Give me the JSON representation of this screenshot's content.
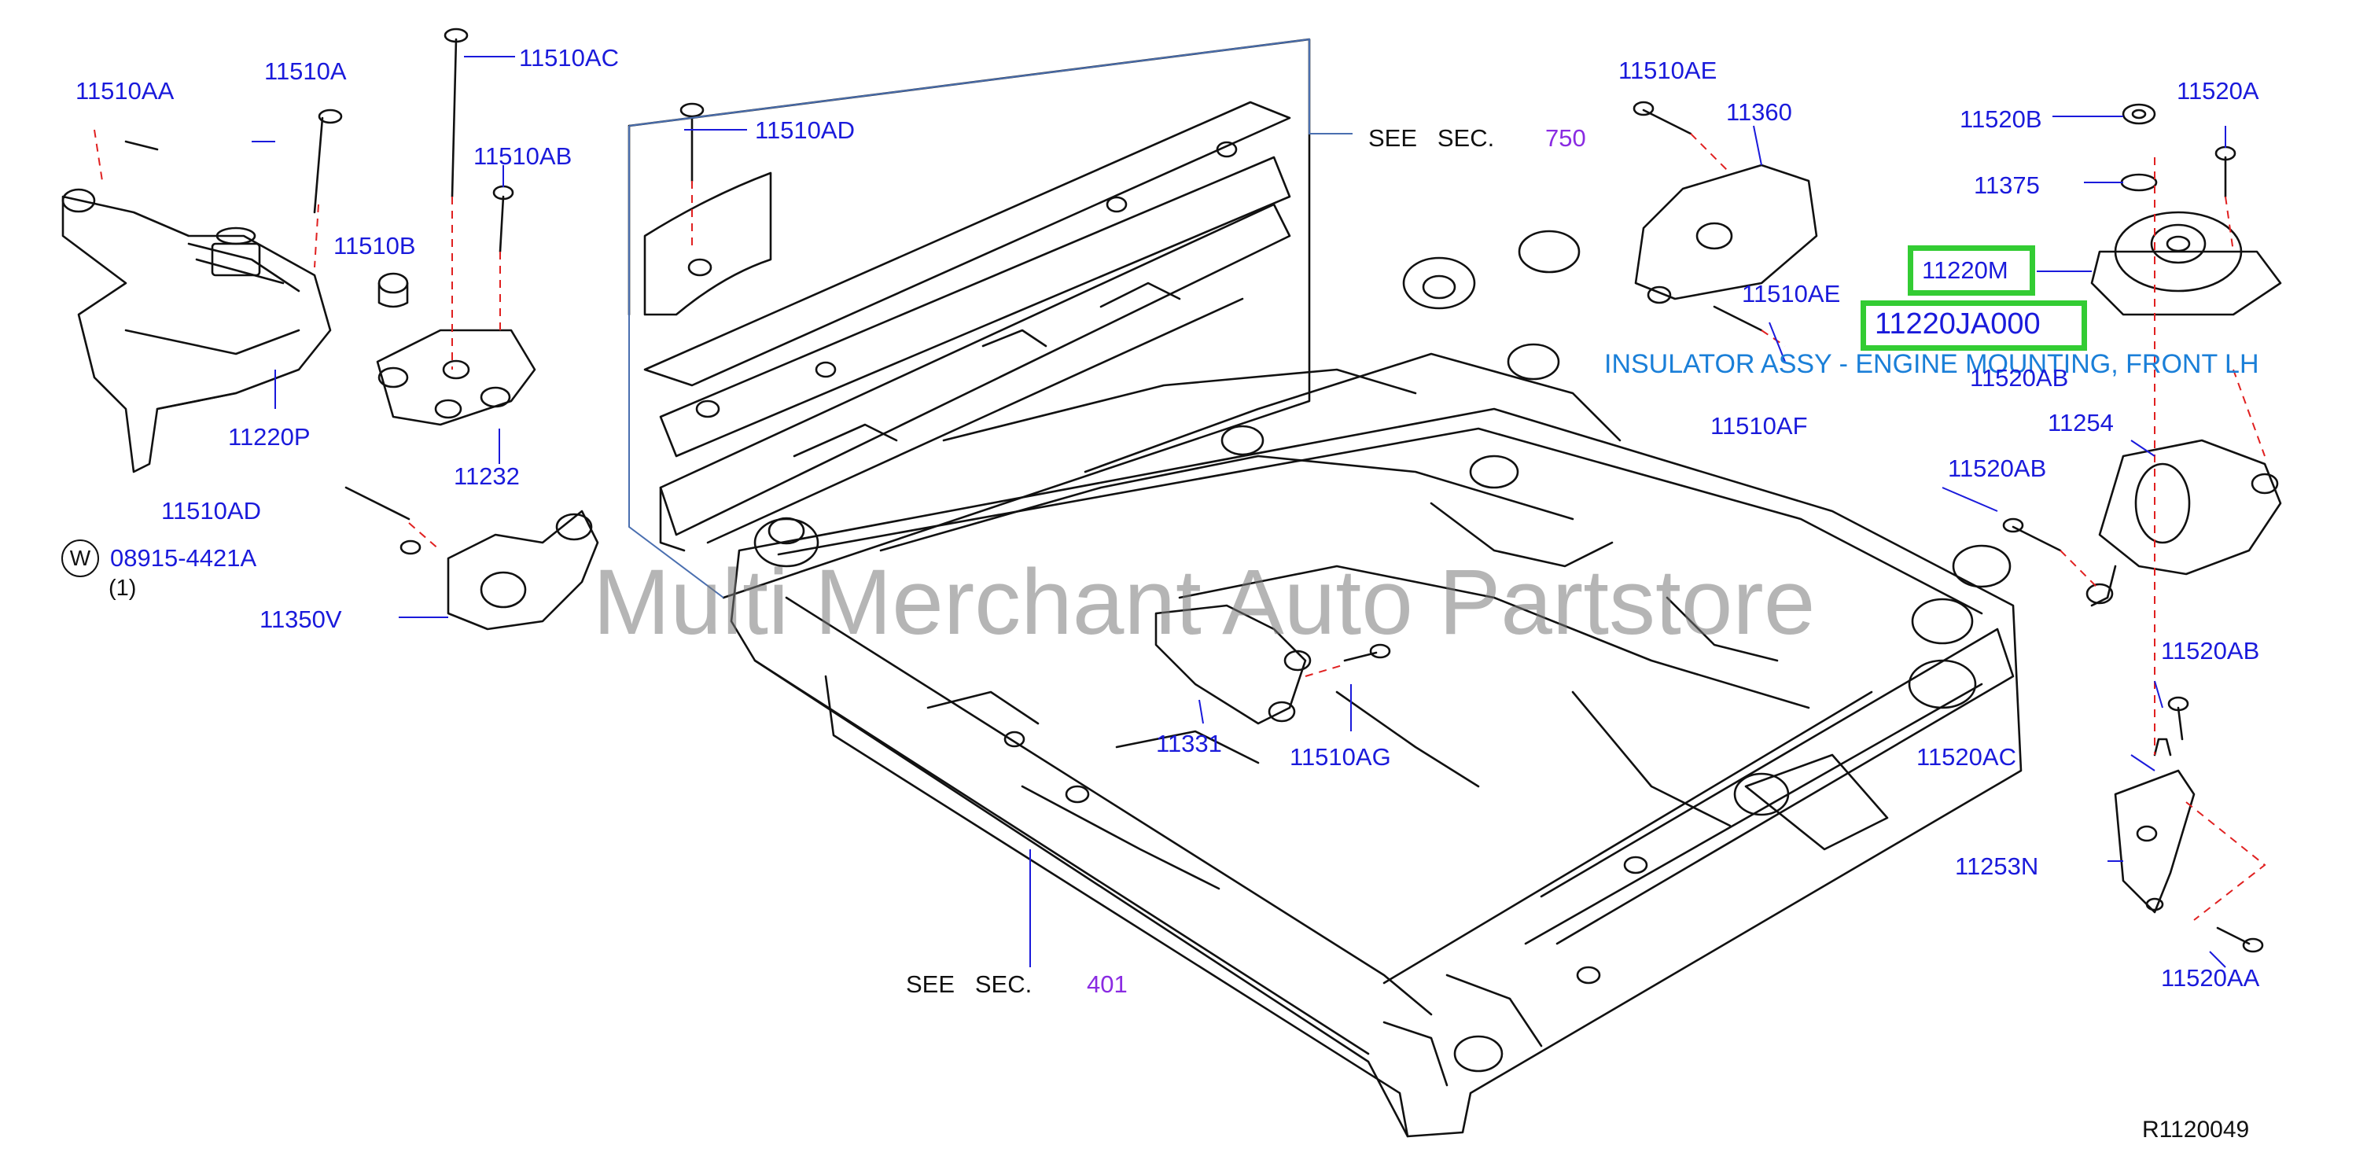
{
  "labels": {
    "p_11510AA": "11510AA",
    "p_11510A": "11510A",
    "p_11510AC": "11510AC",
    "p_11510AB": "11510AB",
    "p_11510B": "11510B",
    "p_11220P": "11220P",
    "p_11232": "11232",
    "p_11510AD_left": "11510AD",
    "p_08915": "08915-4421A",
    "p_qty": "(1)",
    "p_11350V": "11350V",
    "p_11510AD_top": "11510AD",
    "p_11510AE_top": "11510AE",
    "p_11360": "11360",
    "p_11510AE_mid": "11510AE",
    "p_11510AF": "11510AF",
    "p_11520B": "11520B",
    "p_11520A": "11520A",
    "p_11375": "11375",
    "p_11220M": "11220M",
    "p_11220JA000": "11220JA000",
    "p_11520AB_a": "11520AB",
    "p_11254": "11254",
    "p_11520AB_b": "11520AB",
    "p_11520AB_c": "11520AB",
    "p_11520AC": "11520AC",
    "p_11253N": "11253N",
    "p_11520AA": "11520AA",
    "p_11331": "11331",
    "p_11510AG": "11510AG"
  },
  "see_sections": {
    "see_text": "SEE   SEC.",
    "sec_750": "750",
    "sec_401": "401"
  },
  "washer_symbol": "W",
  "description": "INSULATOR ASSY - ENGINE MOUNTING, FRONT LH",
  "watermark": "Multi Merchant Auto Partstore",
  "ref_code": "R1120049",
  "colors": {
    "label_blue": "#1a1adb",
    "section_purple": "#8a2be2",
    "highlight_green": "#33cc33",
    "description_blue": "#1a7fd8",
    "leader_red": "#e02020"
  }
}
